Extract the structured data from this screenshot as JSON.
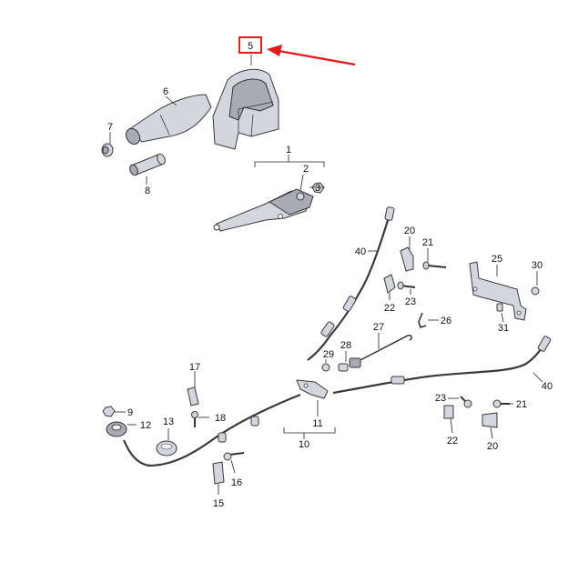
{
  "diagram": {
    "highlight_color": "#e31b1b",
    "highlighted_part": "5",
    "callouts": {
      "c1": "1",
      "c2": "2",
      "c3": "3",
      "c5": "5",
      "c6": "6",
      "c7": "7",
      "c8": "8",
      "c9": "9",
      "c10": "10",
      "c11": "11",
      "c12": "12",
      "c13": "13",
      "c15": "15",
      "c16": "16",
      "c17": "17",
      "c18": "18",
      "c20a": "20",
      "c20b": "20",
      "c21a": "21",
      "c21b": "21",
      "c22a": "22",
      "c22b": "22",
      "c23a": "23",
      "c23b": "23",
      "c25": "25",
      "c26": "26",
      "c27": "27",
      "c28": "28",
      "c29": "29",
      "c30": "30",
      "c31": "31",
      "c40a": "40",
      "c40b": "40"
    }
  }
}
